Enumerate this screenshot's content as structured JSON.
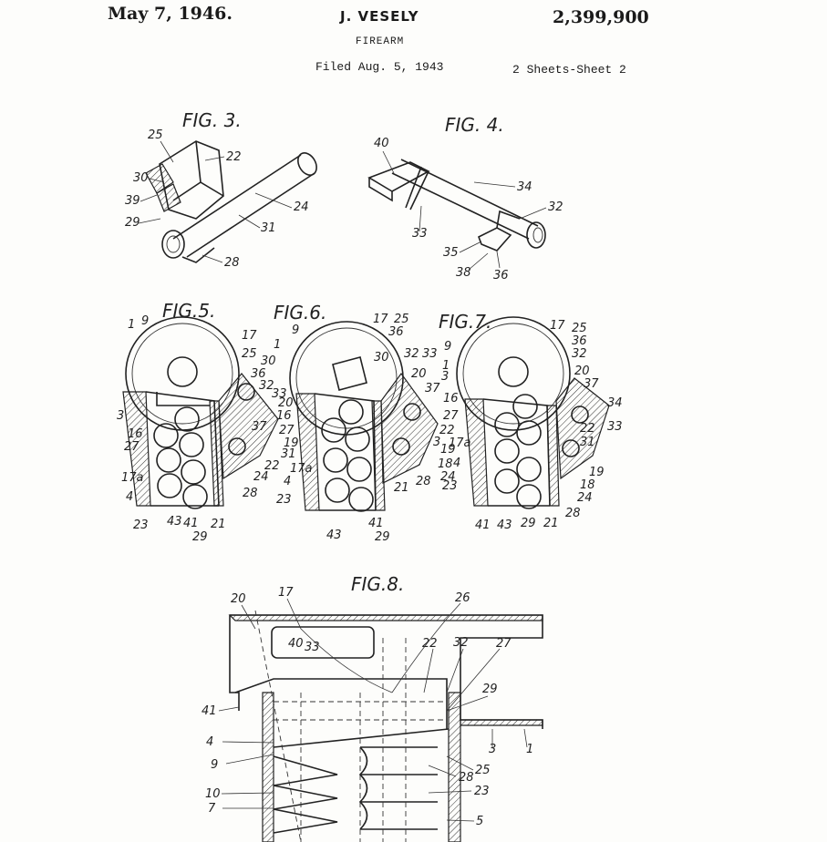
{
  "header": {
    "date": "May 7, 1946.",
    "inventor": "J. VESELY",
    "patent_number": "2,399,900",
    "title": "FIREARM",
    "filed": "Filed Aug. 5, 1943",
    "sheet": "2 Sheets-Sheet 2"
  },
  "figures": {
    "fig3": {
      "title": "FIG. 3.",
      "labels": [
        "25",
        "22",
        "30",
        "39",
        "24",
        "29",
        "31",
        "28"
      ]
    },
    "fig4": {
      "title": "FIG. 4.",
      "labels": [
        "40",
        "34",
        "32",
        "33",
        "35",
        "38",
        "36"
      ]
    },
    "fig5": {
      "title": "FIG.5.",
      "labels": [
        "9",
        "1",
        "17",
        "25",
        "30",
        "36",
        "32",
        "33",
        "20",
        "16",
        "3",
        "37",
        "27",
        "19",
        "22",
        "31",
        "24",
        "17a",
        "28",
        "4",
        "23",
        "43",
        "41",
        "21",
        "29"
      ]
    },
    "fig6": {
      "title": "FIG.6.",
      "labels": [
        "9",
        "1",
        "17",
        "25",
        "36",
        "30",
        "32",
        "33",
        "20",
        "16",
        "37",
        "27",
        "22",
        "3",
        "17a",
        "19",
        "18",
        "4",
        "28",
        "24",
        "23",
        "21",
        "41",
        "43",
        "29"
      ]
    },
    "fig7": {
      "title": "FIG.7.",
      "labels": [
        "17",
        "25",
        "36",
        "32",
        "9",
        "1",
        "3",
        "20",
        "37",
        "16",
        "34",
        "27",
        "22",
        "33",
        "17a",
        "31",
        "4",
        "19",
        "18",
        "23",
        "24",
        "28",
        "41",
        "43",
        "29",
        "21"
      ]
    },
    "fig8": {
      "title": "FIG.8.",
      "labels": [
        "20",
        "17",
        "26",
        "22",
        "32",
        "27",
        "40",
        "33",
        "29",
        "41",
        "3",
        "1",
        "4",
        "25",
        "9",
        "28",
        "23",
        "10",
        "7",
        "5"
      ]
    }
  }
}
